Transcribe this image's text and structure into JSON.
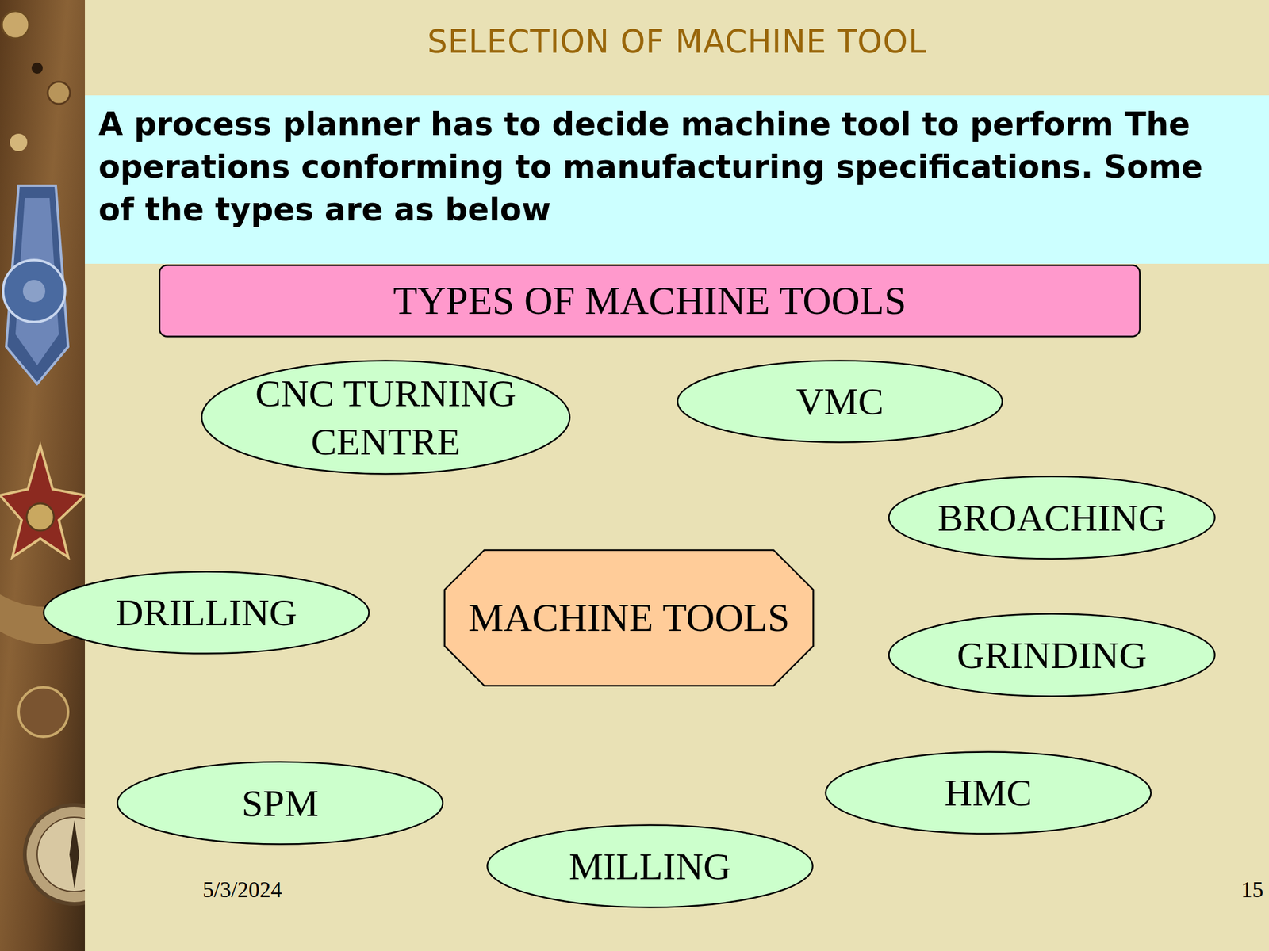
{
  "diagram": {
    "title": "SELECTION OF MACHINE TOOL",
    "nodes": [
      {
        "text": [
          "A process planner has to decide machine tool to perform The operations conforming to manufacturing specifications. Some of the types are as below"
        ]
      },
      {
        "text": [
          "TYPES OF MACHINE TOOLS"
        ]
      },
      {
        "text": [
          "CNC TURNING CENTRE"
        ]
      },
      {
        "text": [
          "VMC"
        ]
      },
      {
        "text": [
          "BROACHING"
        ]
      },
      {
        "text": [
          "DRILLING"
        ]
      },
      {
        "text": [
          "MACHINE TOOLS"
        ]
      },
      {
        "text": [
          "GRINDING"
        ]
      },
      {
        "text": [
          "SPM"
        ]
      },
      {
        "text": [
          "HMC"
        ]
      },
      {
        "text": [
          "MILLING"
        ]
      }
    ],
    "labels": [
      "5/3/2024",
      "15"
    ]
  }
}
